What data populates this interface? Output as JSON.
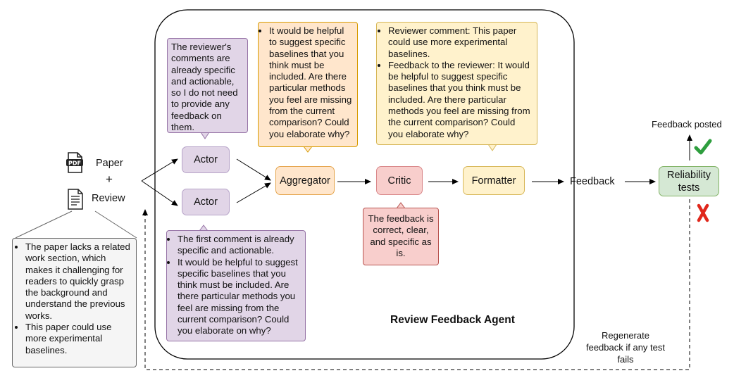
{
  "inputs": {
    "paper_label": "Paper",
    "plus": "+",
    "review_label": "Review"
  },
  "review_bullets": [
    "The paper lacks a related work section, which makes it challenging for readers to quickly grasp the background and understand the previous works.",
    "This paper could use more experimental baselines."
  ],
  "agent": {
    "title": "Review Feedback Agent",
    "nodes": {
      "actor1": "Actor",
      "actor2": "Actor",
      "aggregator": "Aggregator",
      "critic": "Critic",
      "formatter": "Formatter"
    },
    "actor1_bubble": "The reviewer's comments are already specific and actionable, so I do not need to provide any feedback on them.",
    "actor2_bubble": [
      "The first comment is already specific and actionable.",
      "It would be helpful to suggest specific baselines that you think must be included. Are there particular methods you feel are missing from the current comparison? Could you elaborate on why?"
    ],
    "aggregator_bubble": [
      "It would be helpful to suggest specific baselines that you think must be included. Are there particular methods you feel are missing from the current comparison? Could you elaborate why?"
    ],
    "critic_bubble": "The feedback is correct, clear, and specific as is.",
    "formatter_bubble": [
      "Reviewer comment: This paper could use more experimental baselines.",
      "Feedback to the reviewer: It would be helpful to suggest specific baselines that you think must be included. Are there particular methods you feel are missing from the current comparison? Could you elaborate why?"
    ]
  },
  "outputs": {
    "feedback": "Feedback",
    "reliability_tests": "Reliability tests",
    "feedback_posted": "Feedback posted",
    "regenerate": "Regenerate feedback if any test fails"
  },
  "colors": {
    "actor": "#e1d5e7",
    "aggregator": "#ffe6cc",
    "critic": "#f8cecc",
    "formatter": "#fff2cc",
    "reliability": "#d5e8d4",
    "pass_check": "#2e9e3e",
    "fail_cross": "#e0281c"
  },
  "icons": [
    "pdf-file-icon",
    "document-icon",
    "check-mark-icon",
    "cross-mark-icon"
  ]
}
